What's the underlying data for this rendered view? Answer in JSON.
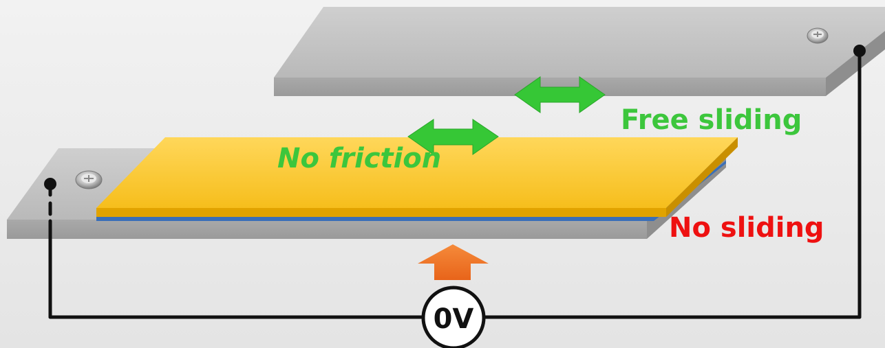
{
  "labels": {
    "free_sliding": "Free sliding",
    "no_friction": "No friction",
    "no_sliding": "No sliding",
    "voltage": "0V"
  },
  "colors": {
    "free_sliding": "#3cc63c",
    "no_friction": "#3cc63c",
    "no_sliding": "#ee1111",
    "arrow_double": "#36c736",
    "arrow_up": "#f07a2a",
    "film_yellow": "#f5b400",
    "wire": "#111111"
  },
  "icons": {
    "screw_top": "screw-icon",
    "screw_bottom": "screw-icon"
  }
}
